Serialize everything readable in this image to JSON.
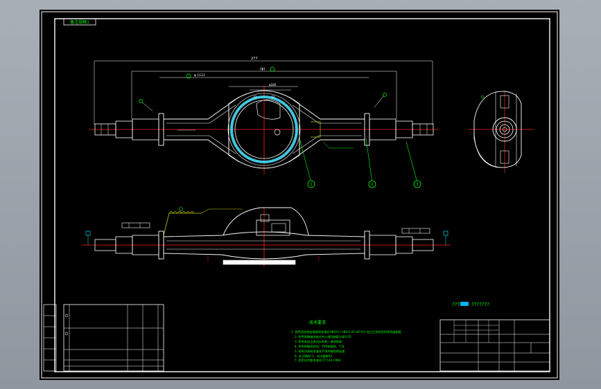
{
  "sheet": {
    "corner_tag": "备注规格1"
  },
  "dimensions": {
    "overall_length": "277",
    "inner_span": "(φ)",
    "flange_span": "φ 1112",
    "center": "φ186"
  },
  "balloons": [
    "1",
    "2",
    "3"
  ],
  "tech_requirements": {
    "title": "技术要求",
    "lines": [
      "1. 桥壳须经热处理调质处理后HB241~285(1.01-06-01) 加工后须检验桥壳弯曲刚度",
      "2. 桥壳两端轴承座对中心线同轴度公差0.05",
      "3. 桥壳各加工面须去毛刺，清除铁屑",
      "4. 桥壳焊缝须检验，不得有裂纹、气孔",
      "5. 桥壳涂漆前须清洗干净并做防锈处理",
      "6. 未注倒角C1，未注圆角R2",
      "7. 其余技术要求按QC/T 533-1999"
    ]
  },
  "legend_marks": [
    "????",
    "???????"
  ],
  "colors": {
    "background": "#000000",
    "frame": "#ffffff",
    "outline": "#ffffff",
    "centerline": "#ff2020",
    "dimension": "#00ffff",
    "annotation": "#00ff00",
    "hatch": "#c8c800",
    "housing_ring": "#40c8e0",
    "legend_swatch": "#00b0f0"
  }
}
